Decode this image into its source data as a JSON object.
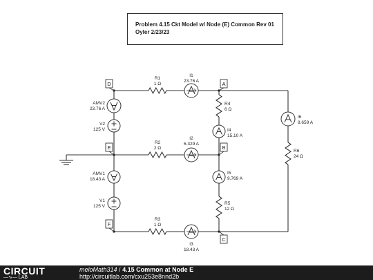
{
  "title_box": {
    "line1": "Problem 4.15 Ckt Model w/ Node (E) Common Rev 01",
    "line2": "Oyler 2/23/23"
  },
  "nodes": [
    "D",
    "A",
    "E",
    "B",
    "F",
    "C"
  ],
  "components": [
    {
      "id": "R1",
      "value": "1 Ω"
    },
    {
      "id": "R2",
      "value": "2 Ω"
    },
    {
      "id": "R3",
      "value": "1 Ω"
    },
    {
      "id": "R4",
      "value": "6 Ω"
    },
    {
      "id": "R5",
      "value": "12 Ω"
    },
    {
      "id": "R6",
      "value": "24 Ω"
    },
    {
      "id": "V1",
      "value": "125 V"
    },
    {
      "id": "V2",
      "value": "125 V"
    }
  ],
  "meters": [
    {
      "id": "I1",
      "reading": "23.76 A"
    },
    {
      "id": "I2",
      "reading": "6.329 A"
    },
    {
      "id": "I3",
      "reading": "18.43 A"
    },
    {
      "id": "I4",
      "reading": "15.10 A"
    },
    {
      "id": "I5",
      "reading": "9.769 A"
    },
    {
      "id": "I6",
      "reading": "8.659 A"
    },
    {
      "id": "AMV1",
      "reading": "18.43 A"
    },
    {
      "id": "AMV2",
      "reading": "23.76 A"
    }
  ],
  "footer": {
    "logo_top": "CIRCUIT",
    "logo_bottom": "—∿— LAB",
    "user": "meloMath314",
    "separator": " / ",
    "circuit_title": "4.15 Common at Node E",
    "url": "http://circuitlab.com/cxu253e8nnd2b"
  }
}
